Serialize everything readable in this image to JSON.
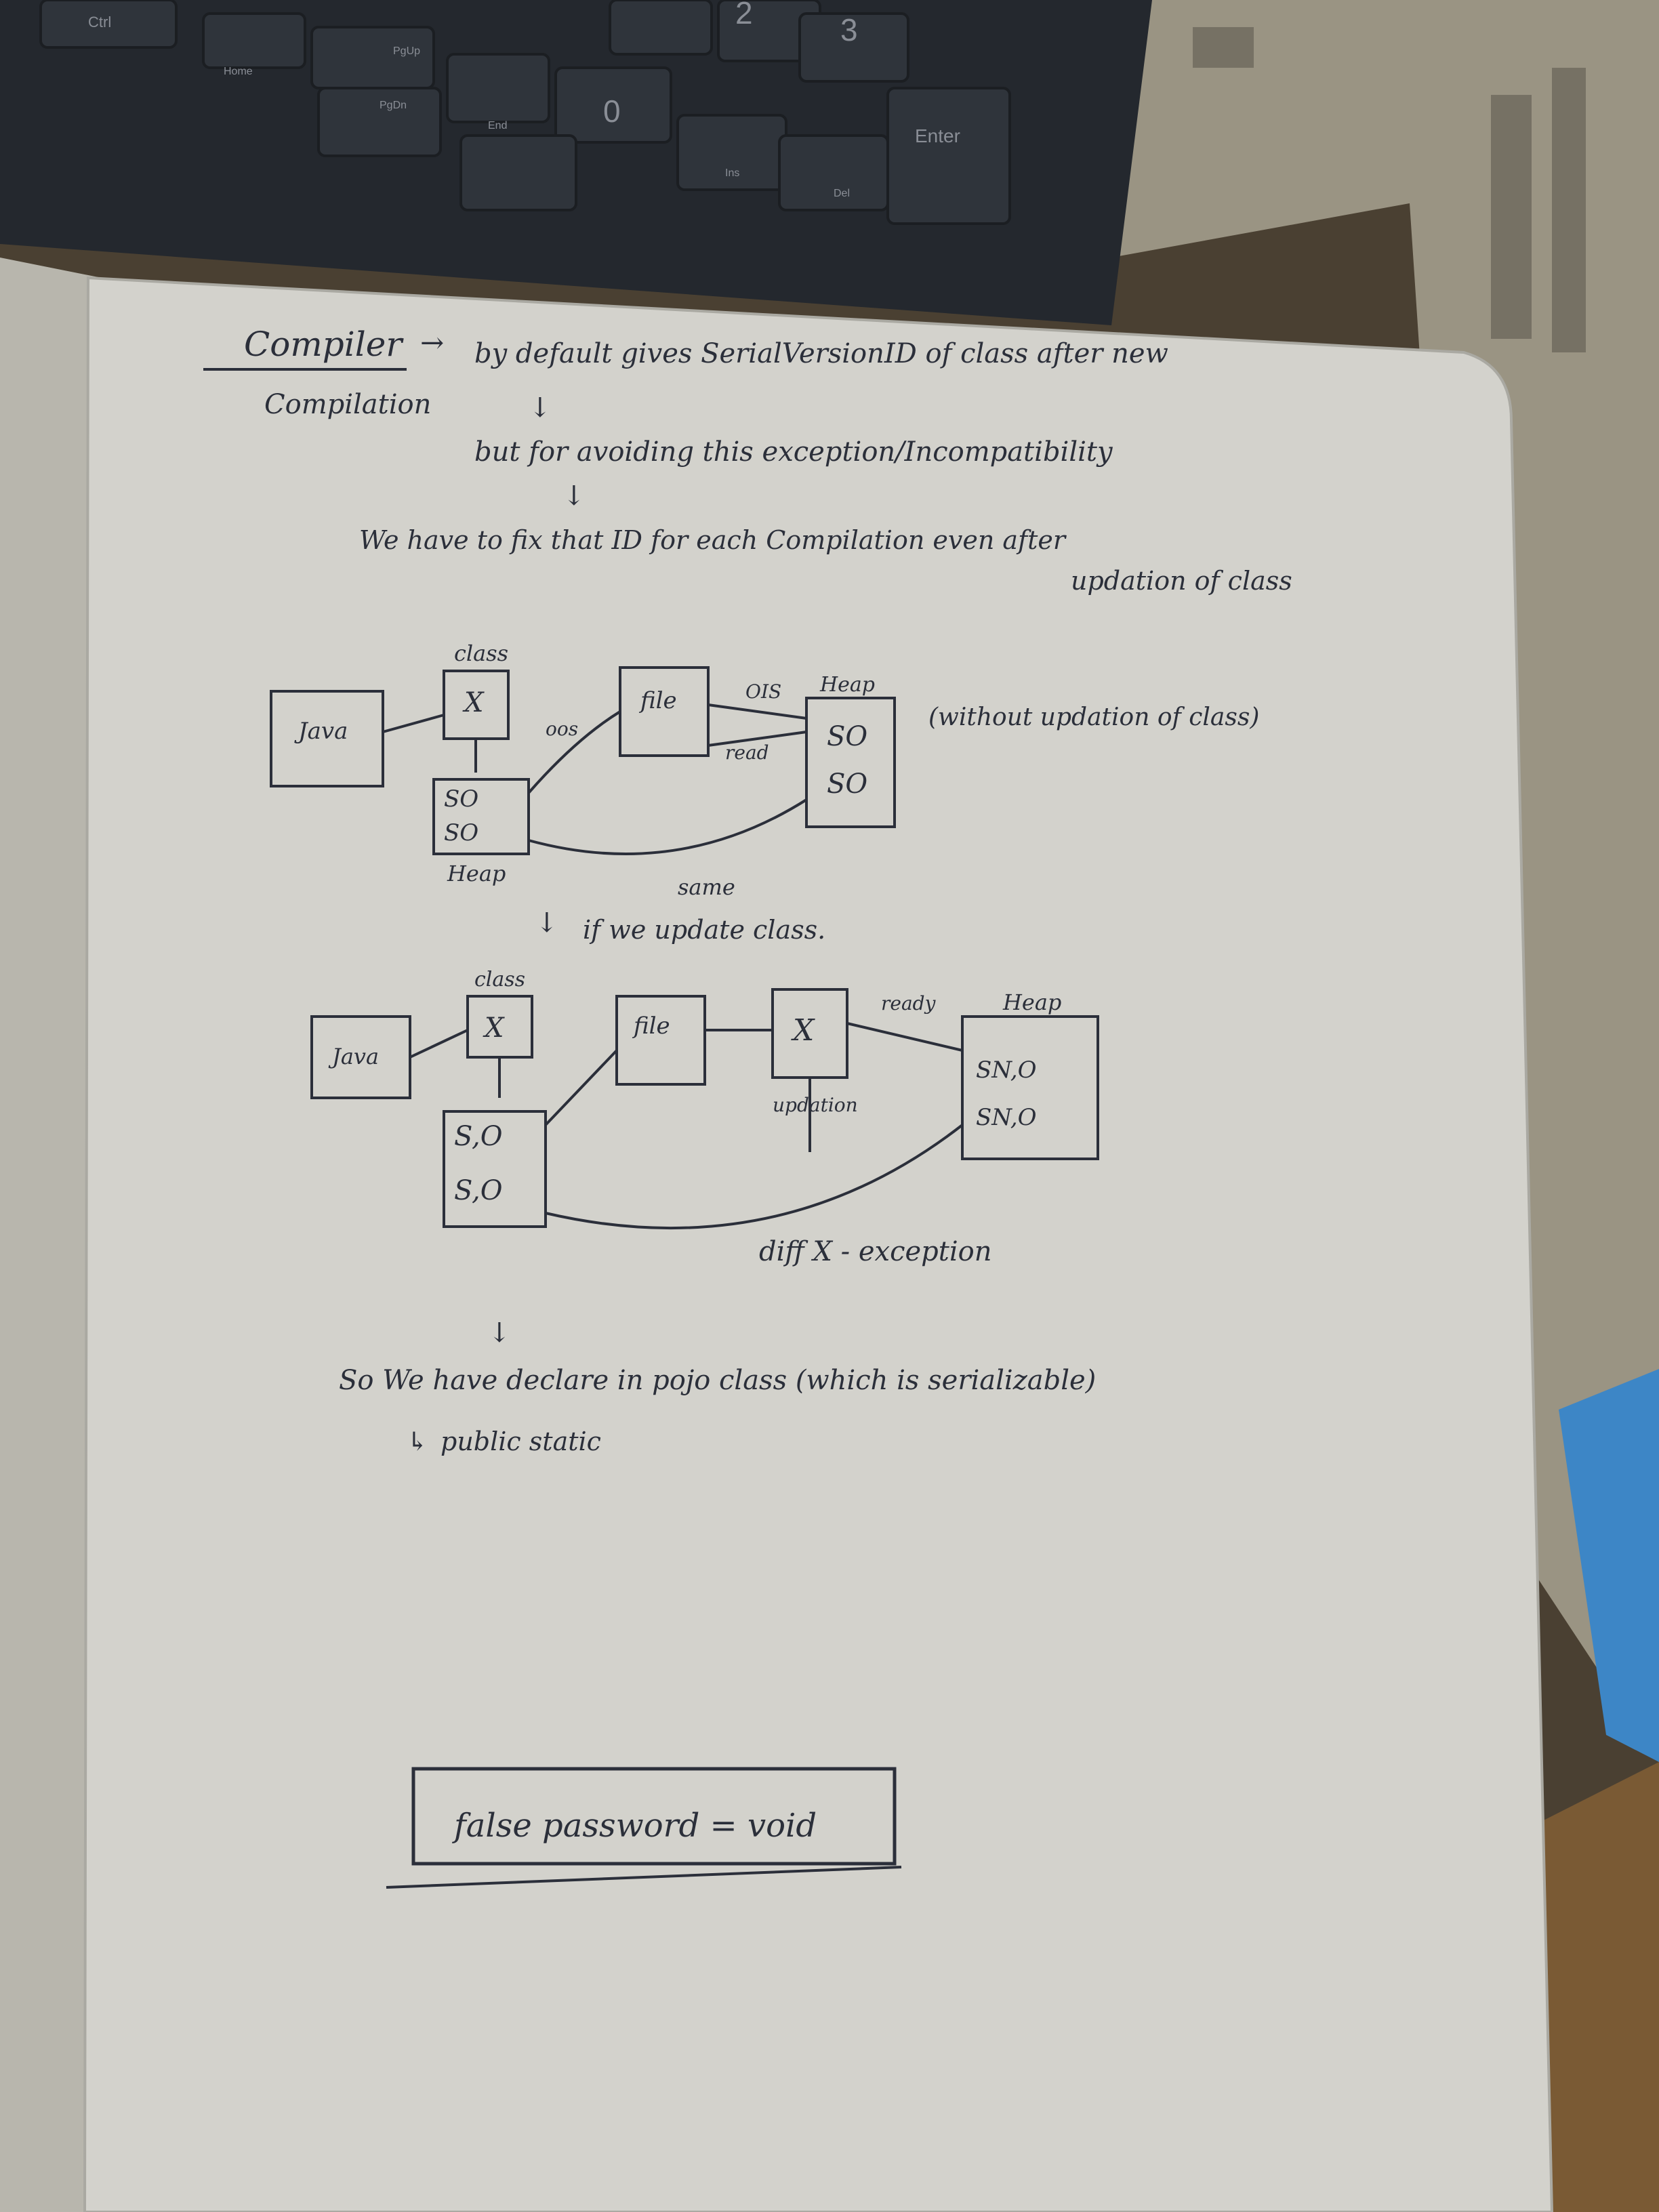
{
  "keyboard": {
    "keys": [
      "Ctrl",
      "2",
      "3",
      "0",
      "Enter",
      "Home",
      "PgUp",
      "PgDn",
      "End",
      "Ins",
      "Del"
    ]
  },
  "notes": {
    "lines": [
      "Compiler",
      "by default gives SerialVersionID of class after new",
      "Compilation",
      "but for avoiding this exception/Incompatibility",
      "We have to fix that ID for each Compilation even after",
      "updation of class",
      "(without updation of class)",
      "if we update class.",
      "diff X - exception",
      "So We have declare in pojo class (which is serializable)",
      "public static"
    ],
    "diagram1": {
      "java": "Java",
      "class_label": "class",
      "class_box": "X",
      "heap_rows": [
        "SO",
        "SO"
      ],
      "heap_label": "Heap",
      "oos": "oos",
      "file": "file",
      "ois": "OIS",
      "read": "read",
      "heap2_label": "Heap",
      "heap2_rows": [
        "SO",
        "SO"
      ],
      "same": "same"
    },
    "diagram2": {
      "java": "Java",
      "class_label": "class",
      "class_box": "X",
      "heap_rows": [
        "S,O",
        "S,O"
      ],
      "file": "file",
      "updated_box": "X",
      "updation": "updation",
      "ready": "ready",
      "heap_label": "Heap",
      "heap_rows2": [
        "SN,O",
        "SN,O"
      ]
    },
    "boxed": "false password = void"
  }
}
